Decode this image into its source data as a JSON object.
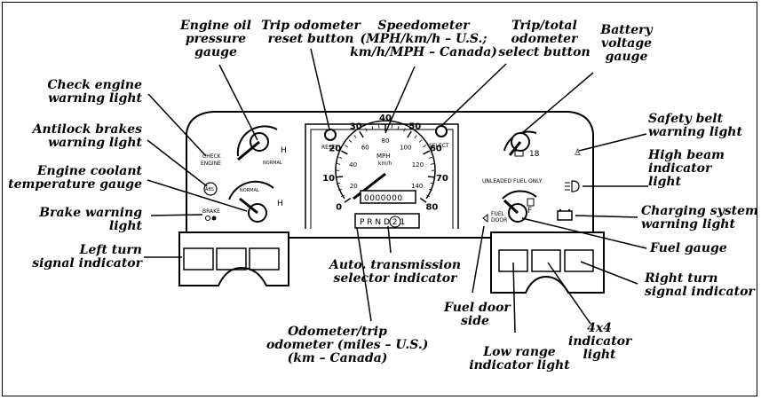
{
  "callouts": {
    "engine_oil": "Engine oil\npressure\ngauge",
    "trip_reset": "Trip odometer\nreset button",
    "speedometer": "Speedometer\n(MPH/km/h – U.S.;\nkm/h/MPH – Canada)",
    "trip_select": "Trip/total\nodometer\nselect button",
    "battery": "Battery\nvoltage\ngauge",
    "check_engine": "Check engine\nwarning light",
    "antilock": "Antilock brakes\nwarning light",
    "coolant": "Engine coolant\ntemperature gauge",
    "brake": "Brake warning\nlight",
    "left_turn": "Left turn\nsignal indicator",
    "safety_belt": "Safety belt\nwarning light",
    "high_beam": "High beam\nindicator\nlight",
    "charging": "Charging system\nwarning light",
    "fuel_gauge": "Fuel gauge",
    "right_turn": "Right turn\nsignal indicator",
    "auto_trans": "Auto. transmission\nselector indicator",
    "odometer": "Odometer/trip\nodometer (miles – U.S.)\n(km – Canada)",
    "fuel_door": "Fuel door\nside",
    "low_range": "Low range\nindicator light",
    "four_by_four": "4x4\nindicator\nlight"
  },
  "panel": {
    "reset": "RESET",
    "select": "SELECT",
    "check": "CHECK",
    "engine": "ENGINE",
    "abs": "ABS",
    "brake": "BRAKE",
    "normal": "NORMAL",
    "mph": "MPH",
    "kmh": "km/h",
    "unleaded": "UNLEADED FUEL ONLY",
    "fuel": "FUEL",
    "door": "DOOR",
    "prnd": "P R N D 2 1",
    "h": "H",
    "f": "F",
    "v18": "18",
    "odo_digits": "0000000"
  },
  "speed_outer": [
    "0",
    "10",
    "20",
    "30",
    "40",
    "50",
    "60",
    "70",
    "80"
  ],
  "speed_inner": [
    "20",
    "40",
    "60",
    "80",
    "100",
    "120",
    "140"
  ]
}
